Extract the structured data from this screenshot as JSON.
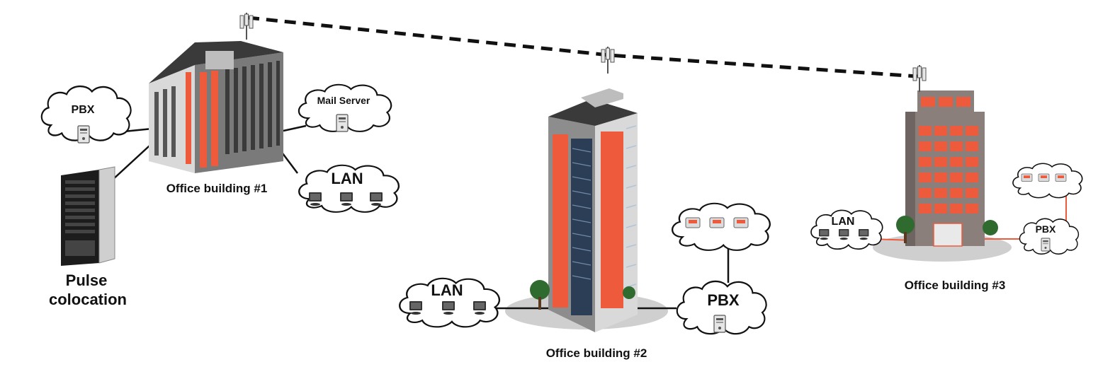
{
  "site1": {
    "pbx_label": "PBX",
    "mail_label": "Mail Server",
    "lan_label": "LAN",
    "building_label": "Office building #1",
    "colo_line1": "Pulse",
    "colo_line2": "colocation"
  },
  "site2": {
    "lan_label": "LAN",
    "pbx_label": "PBX",
    "building_label": "Office building #2"
  },
  "site3": {
    "lan_label": "LAN",
    "pbx_label": "PBX",
    "building_label": "Office building #3"
  },
  "colors": {
    "accent": "#ee5a3c",
    "building_gray": "#8a8a8a",
    "building_dark": "#4a4a4a",
    "cloud_stroke": "#111111",
    "link_line": "#111111",
    "ground": "#cfcfcf"
  }
}
